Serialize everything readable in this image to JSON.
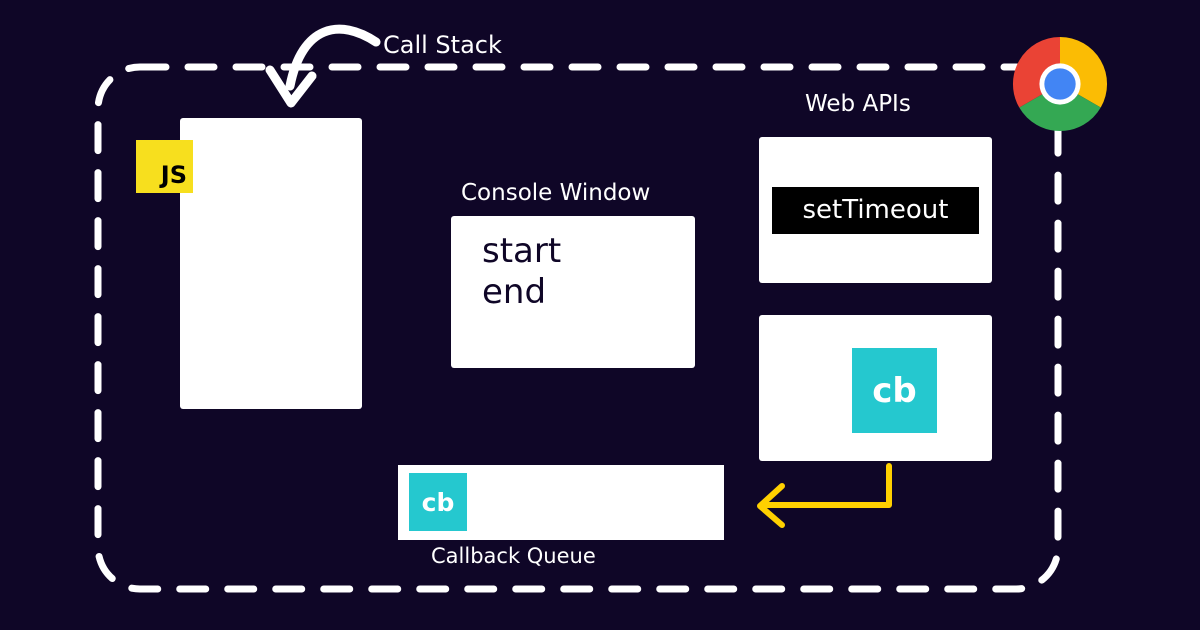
{
  "labels": {
    "call_stack": "Call Stack",
    "web_apis": "Web APIs",
    "console_window": "Console Window",
    "callback_queue": "Callback Queue"
  },
  "console": {
    "lines": [
      "start",
      "end"
    ]
  },
  "web_apis": {
    "api_name": "setTimeout",
    "callback": "cb"
  },
  "callback_queue": {
    "items": [
      "cb"
    ]
  },
  "badges": {
    "js": "JS"
  },
  "icons": {
    "browser": "chrome-icon",
    "js": "javascript-logo-icon",
    "curved_arrow": "curved-arrow-icon",
    "return_arrow": "return-arrow-icon"
  },
  "colors": {
    "background": "#0f0627",
    "callback_tile": "#25c8cf",
    "js_badge": "#f7df1e",
    "arrow_yellow": "#ffd000",
    "dashed_border": "#ffffff"
  }
}
